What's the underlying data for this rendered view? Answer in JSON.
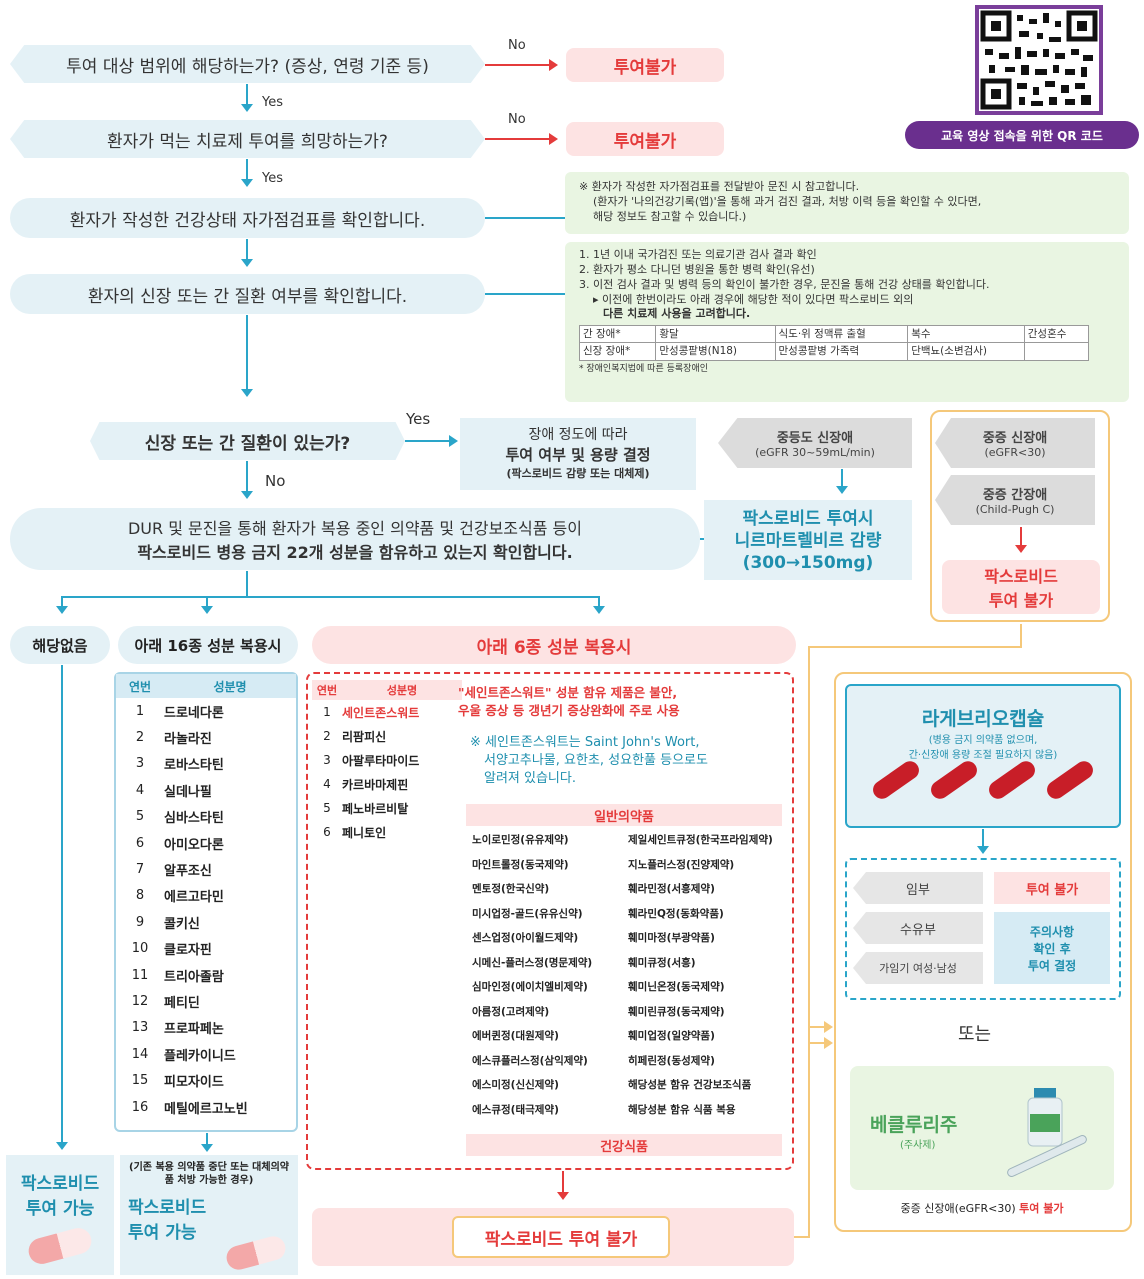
{
  "q1": {
    "text": "투여 대상 범위에 해당하는가? (증상, 연령 기준 등)",
    "no": "No",
    "result": "투여불가",
    "yes": "Yes"
  },
  "q2": {
    "text": "환자가 먹는 치료제 투여를 희망하는가?",
    "no": "No",
    "result": "투여불가",
    "yes": "Yes"
  },
  "step3": "환자가 작성한 건강상태 자가점검표를 확인합니다.",
  "step4": "환자의 신장 또는 간 질환 여부를 확인합니다.",
  "note1": {
    "line1": "※ 환자가 작성한 자가점검표를 전달받아 문진 시 참고합니다.",
    "line2": "(환자가 '나의건강기록(앱)'을 통해 과거 검진 결과, 처방 이력 등을 확인할 수 있다면,",
    "line3": "해당 정보도 참고할 수 있습니다.)"
  },
  "note2": {
    "l1": "1. 1년 이내 국가검진 또는 의료기관 검사 결과 확인",
    "l2": "2. 환자가 평소 다니던 병원을 통한 병력 확인(유선)",
    "l3": "3. 이전 검사 결과 및 병력 등의 확인이 불가한 경우, 문진을 통해 건강 상태를 확인합니다.",
    "l4": "▸ 이전에 한번이라도 아래 경우에 해당한 적이 있다면 팍스로비드 외의",
    "l5": "다른 치료제 사용을 고려합니다.",
    "table": [
      [
        "간 장애*",
        "황달",
        "식도·위 정맥류 출혈",
        "복수",
        "간성혼수"
      ],
      [
        "신장 장애*",
        "만성콩팥병(N18)",
        "만성콩팥병 가족력",
        "단백뇨(소변검사)",
        ""
      ]
    ],
    "foot": "* 장애인복지법에 따른 등록장애인"
  },
  "q3": {
    "text": "신장 또는 간 질환이 있는가?",
    "yes": "Yes",
    "no": "No"
  },
  "severity": {
    "l1": "장애 정도에 따라",
    "l2": "투여 여부 및 용량 결정",
    "l3": "(팍스로비드 감량 또는 대체제)"
  },
  "moderate": {
    "title": "중등도 신장애",
    "sub": "(eGFR 30~59mL/min)"
  },
  "reduce": {
    "l1": "팍스로비드 투여시",
    "l2": "니르마트렐비르 감량",
    "l3": "(300→150mg)"
  },
  "severe_renal": {
    "title": "중증 신장애",
    "sub": "(eGFR<30)"
  },
  "severe_liver": {
    "title": "중증 간장애",
    "sub": "(Child-Pugh C)"
  },
  "no_pax": {
    "l1": "팍스로비드",
    "l2": "투여 불가"
  },
  "step5": {
    "l1": "DUR 및 문진을 통해 환자가 복용 중인 의약품 및 건강보조식품 등이",
    "l2": "팍스로비드 병용 금지 22개 성분을 함유하고 있는지 확인합니다."
  },
  "qr": {
    "caption": "교육 영상 접속을 위한 QR 코드"
  },
  "branch_none": {
    "title": "해당없음",
    "l1": "팍스로비드",
    "l2": "투여 가능"
  },
  "branch16": {
    "title": "아래 16종 성분 복용시",
    "col1": "연번",
    "col2": "성분명",
    "items": [
      "드로네다론",
      "라놀라진",
      "로바스타틴",
      "실데나필",
      "심바스타틴",
      "아미오다론",
      "알푸조신",
      "에르고타민",
      "콜키신",
      "클로자핀",
      "트리아졸람",
      "페티딘",
      "프로파페논",
      "플레카이니드",
      "피모자이드",
      "메틸에르고노빈"
    ],
    "note": "(기존 복용 의약품 중단 또는 대체의약품 처방 가능한 경우)",
    "l1": "팍스로비드",
    "l2": "투여 가능"
  },
  "branch6": {
    "title": "아래 6종 성분 복용시",
    "col1": "연번",
    "col2": "성분명",
    "items": [
      "세인트존스워트",
      "리팜피신",
      "아팔루타마이드",
      "카르바마제핀",
      "페노바르비탈",
      "페니토인"
    ],
    "warn1": "\"세인트존스워트\" 성분 함유 제품은 불안,",
    "warn2": "우울 증상 등 갱년기 증상완화에 주로 사용",
    "info1": "※ 세인트존스워트는 Saint John's Wort,",
    "info2": "서양고추나물, 요한초, 성요한풀 등으로도",
    "info3": "알려져 있습니다.",
    "otc_title": "일반의약품",
    "otc_left": [
      "노이로민정(유유제약)",
      "마인트롤정(동국제약)",
      "멘토정(한국신약)",
      "미시업정-골드(유유신약)",
      "센스업정(아이월드제약)",
      "시메신-플러스정(명문제약)",
      "심마인정(에이치엘비제약)",
      "아름정(고려제약)",
      "에버퀸정(대원제약)",
      "에스큐플러스정(삼익제약)",
      "에스미정(신신제약)",
      "에스큐정(태극제약)"
    ],
    "otc_right": [
      "제일세인트큐정(한국프라임제약)",
      "지노플러스정(진양제약)",
      "훼라민정(서흥제약)",
      "훼라민Q정(동화약품)",
      "훼미마정(부광약품)",
      "훼미큐정(서흥)",
      "훼미닌온정(동국제약)",
      "훼미린큐정(동국제약)",
      "훼미업정(일양약품)",
      "히페린정(동성제약)",
      "해당성분 함유 건강보조식품",
      "해당성분 함유 식품 복용"
    ],
    "food_title": "건강식품",
    "result": "팍스로비드 투여 불가"
  },
  "lagevrio": {
    "title": "라게브리오캡슐",
    "sub1": "(병용 금지 의약품 없으며,",
    "sub2": "간·신장애 용량 조절 필요하지 않음)",
    "pregnant": "임부",
    "result1": "투여 불가",
    "nursing": "수유부",
    "fertile": "가임기 여성·남성",
    "result2a": "주의사항",
    "result2b": "확인 후",
    "result2c": "투여 결정"
  },
  "or": "또는",
  "veklury": {
    "title": "베클루리주",
    "sub": "(주사제)",
    "caption_a": "중증 신장애(eGFR<30) ",
    "caption_b": "투여 불가"
  }
}
